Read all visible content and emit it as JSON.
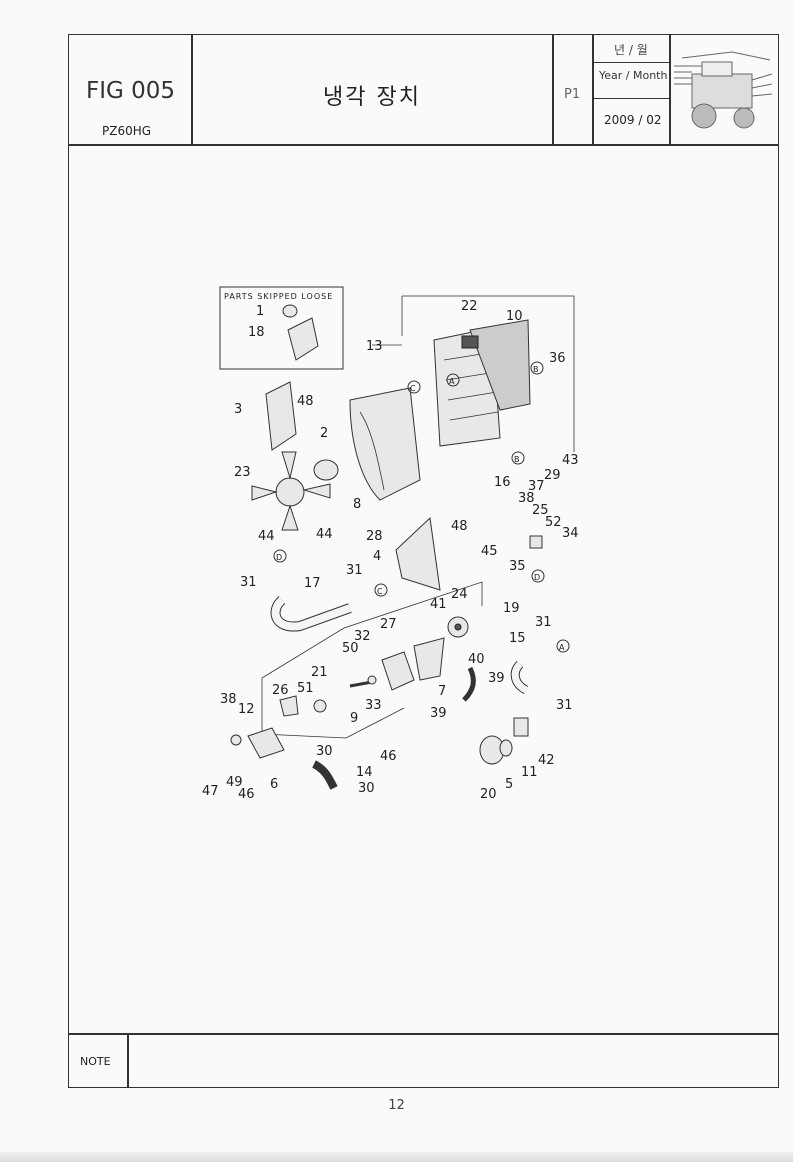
{
  "header": {
    "fig_label": "FIG 005",
    "model": "PZ60HG",
    "title": "냉각 장치",
    "page_code": "P1",
    "year_month_ko": "년 / 월",
    "year_month_en": "Year / Month",
    "year_month_value": "2009 / 02",
    "thumbnail_icon": "rice-transplanter-icon"
  },
  "diagram": {
    "inset_caption": "PARTS SKIPPED LOOSE",
    "callouts": [
      "1",
      "18",
      "13",
      "22",
      "10",
      "36",
      "3",
      "48",
      "2",
      "23",
      "8",
      "44",
      "44",
      "16",
      "38",
      "25",
      "52",
      "34",
      "37",
      "29",
      "43",
      "28",
      "48",
      "4",
      "45",
      "35",
      "31",
      "17",
      "31",
      "41",
      "24",
      "19",
      "32",
      "50",
      "27",
      "15",
      "31",
      "21",
      "26",
      "51",
      "9",
      "33",
      "7",
      "40",
      "39",
      "38",
      "12",
      "39",
      "31",
      "30",
      "14",
      "30",
      "46",
      "47",
      "49",
      "46",
      "6",
      "20",
      "5",
      "11",
      "42"
    ],
    "circle_marks": [
      "A",
      "B",
      "C",
      "D",
      "B",
      "D",
      "C",
      "A"
    ]
  },
  "footer": {
    "note_label": "NOTE",
    "page_number": "12"
  }
}
